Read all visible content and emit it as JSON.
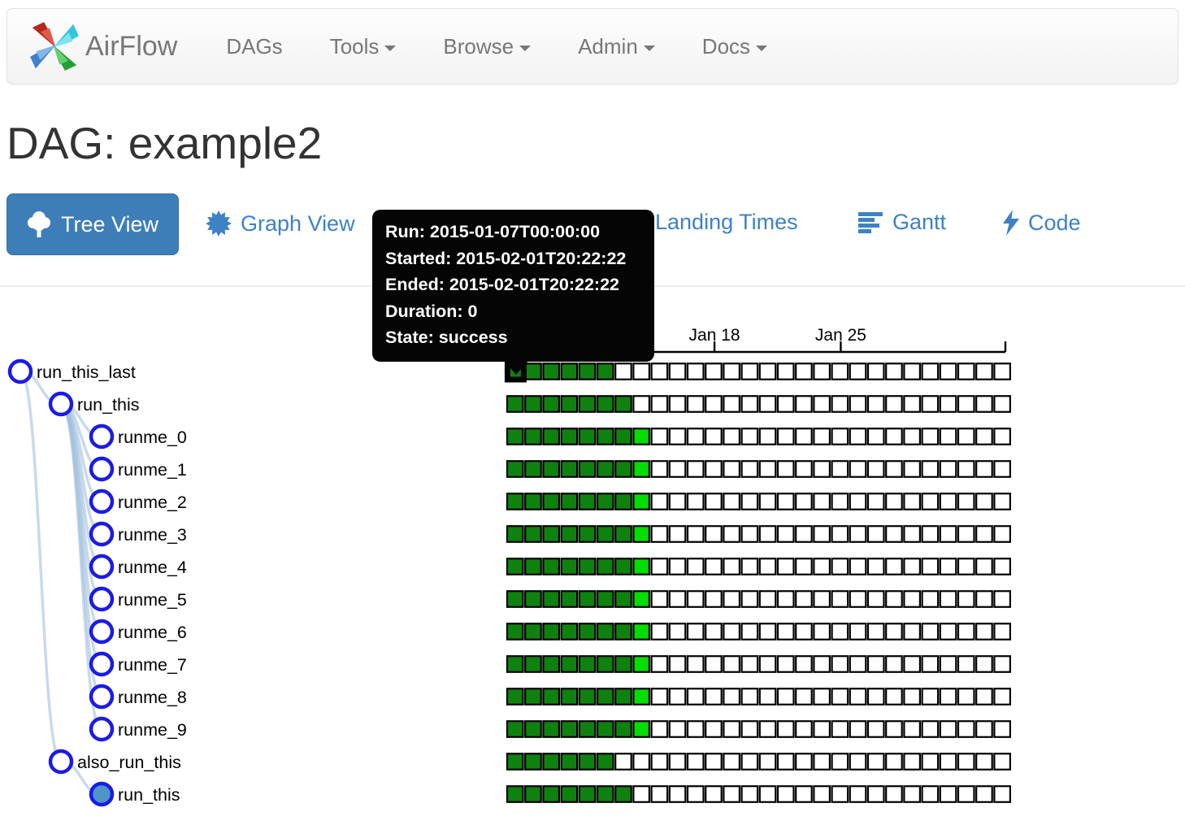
{
  "navbar": {
    "brand": "AirFlow",
    "items": [
      {
        "label": "DAGs",
        "has_caret": false
      },
      {
        "label": "Tools",
        "has_caret": true
      },
      {
        "label": "Browse",
        "has_caret": true
      },
      {
        "label": "Admin",
        "has_caret": true
      },
      {
        "label": "Docs",
        "has_caret": true
      }
    ]
  },
  "page": {
    "title": "DAG: example2"
  },
  "tabs": {
    "active": {
      "label": "Tree View"
    },
    "links": [
      {
        "label": "Graph View"
      },
      {
        "label": "Landing Times"
      },
      {
        "label": "Gantt"
      },
      {
        "label": "Code"
      }
    ]
  },
  "tooltip": {
    "lines": [
      "Run: 2015-01-07T00:00:00",
      "Started: 2015-02-01T20:22:22",
      "Ended: 2015-02-01T20:22:22",
      "Duration: 0",
      "State: success"
    ]
  },
  "axis": {
    "labels": [
      {
        "text": "Jan 18",
        "col": 11
      },
      {
        "text": "Jan 25",
        "col": 18
      }
    ],
    "tick_cols": [
      4,
      11,
      18
    ]
  },
  "tree": {
    "nodes": [
      {
        "name": "run_this_last",
        "depth": 0,
        "parent": null,
        "filled": false
      },
      {
        "name": "run_this",
        "depth": 1,
        "parent": 0,
        "filled": false
      },
      {
        "name": "runme_0",
        "depth": 2,
        "parent": 1,
        "filled": false
      },
      {
        "name": "runme_1",
        "depth": 2,
        "parent": 1,
        "filled": false
      },
      {
        "name": "runme_2",
        "depth": 2,
        "parent": 1,
        "filled": false
      },
      {
        "name": "runme_3",
        "depth": 2,
        "parent": 1,
        "filled": false
      },
      {
        "name": "runme_4",
        "depth": 2,
        "parent": 1,
        "filled": false
      },
      {
        "name": "runme_5",
        "depth": 2,
        "parent": 1,
        "filled": false
      },
      {
        "name": "runme_6",
        "depth": 2,
        "parent": 1,
        "filled": false
      },
      {
        "name": "runme_7",
        "depth": 2,
        "parent": 1,
        "filled": false
      },
      {
        "name": "runme_8",
        "depth": 2,
        "parent": 1,
        "filled": false
      },
      {
        "name": "runme_9",
        "depth": 2,
        "parent": 1,
        "filled": false
      },
      {
        "name": "also_run_this",
        "depth": 1,
        "parent": 0,
        "filled": false
      },
      {
        "name": "run_this",
        "depth": 2,
        "parent": 12,
        "filled": true
      }
    ]
  },
  "grid": {
    "columns": 28,
    "rows": [
      {
        "task": "run_this_last",
        "success": 6,
        "running": 0
      },
      {
        "task": "run_this",
        "success": 7,
        "running": 0
      },
      {
        "task": "runme_0",
        "success": 7,
        "running": 1
      },
      {
        "task": "runme_1",
        "success": 7,
        "running": 1
      },
      {
        "task": "runme_2",
        "success": 7,
        "running": 1
      },
      {
        "task": "runme_3",
        "success": 7,
        "running": 1
      },
      {
        "task": "runme_4",
        "success": 7,
        "running": 1
      },
      {
        "task": "runme_5",
        "success": 7,
        "running": 1
      },
      {
        "task": "runme_6",
        "success": 7,
        "running": 1
      },
      {
        "task": "runme_7",
        "success": 7,
        "running": 1
      },
      {
        "task": "runme_8",
        "success": 7,
        "running": 1
      },
      {
        "task": "runme_9",
        "success": 7,
        "running": 1
      },
      {
        "task": "also_run_this",
        "success": 6,
        "running": 0
      },
      {
        "task": "run_this",
        "success": 7,
        "running": 0
      }
    ],
    "highlighted_cell": {
      "row": 0,
      "col": 0
    }
  },
  "colors": {
    "success": "#0f810f",
    "running": "#02dd02",
    "empty": "#ffffff",
    "cell_border": "#000000",
    "node_stroke": "#1b1be6",
    "node_collapsed_fill": "#4e96c8",
    "link": "#a4c2de",
    "accent": "#3d82c4"
  }
}
